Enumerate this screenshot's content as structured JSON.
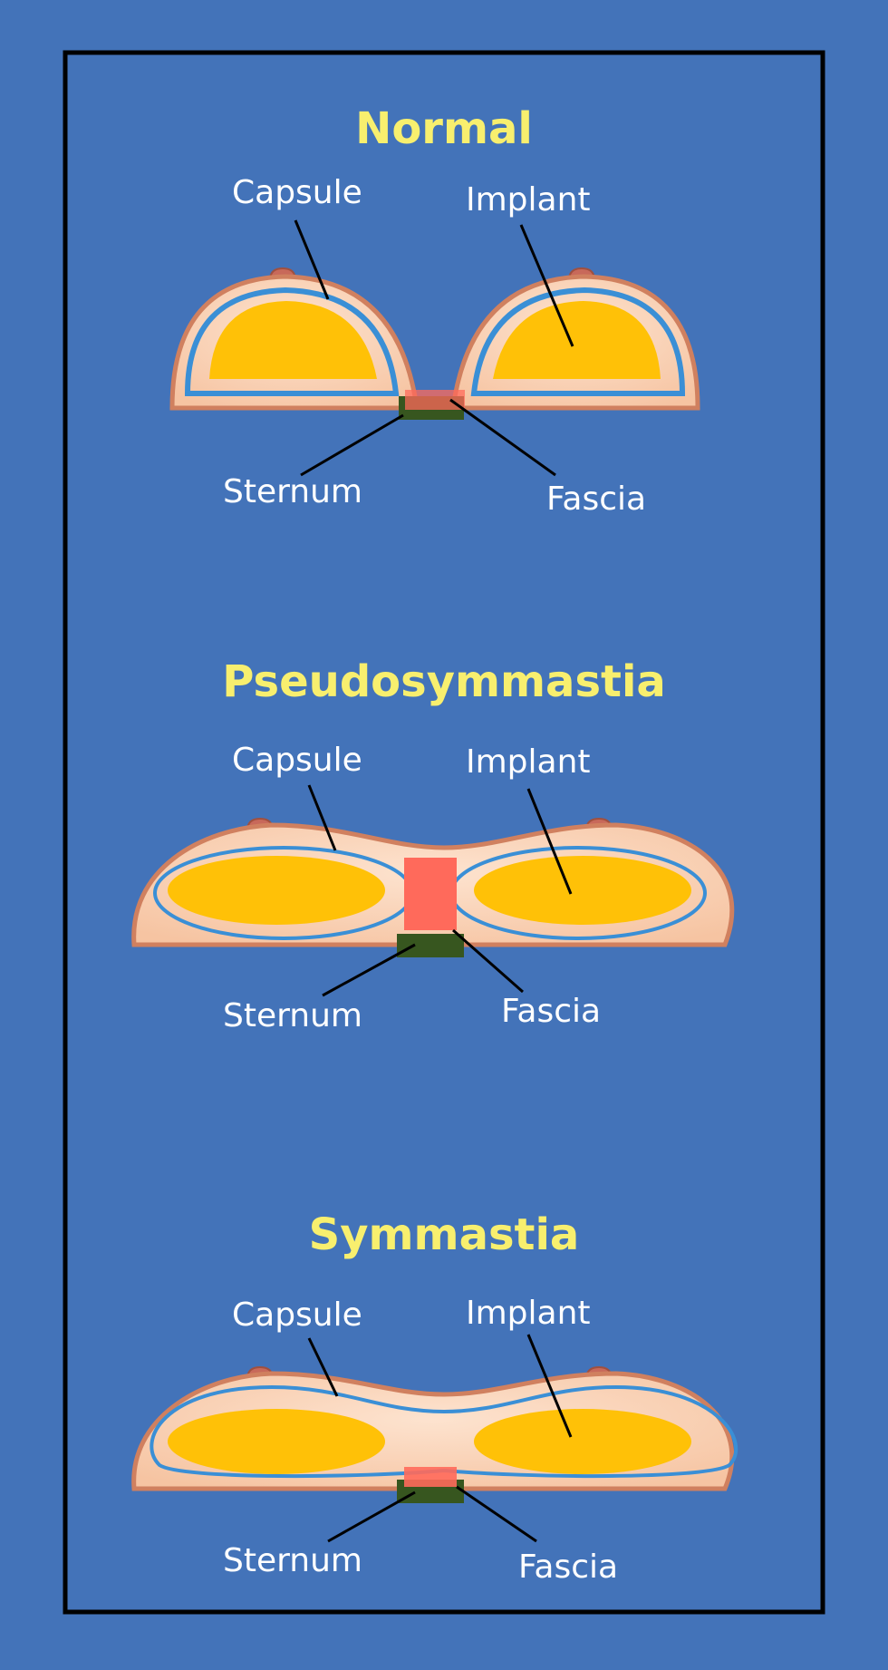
{
  "colors": {
    "background": "#4373b9",
    "frame": "#000000",
    "title": "#f8ef6e",
    "label": "#ffffff",
    "skin": "#f8ccaa",
    "skin_outline": "#d0805f",
    "nipple": "#c8695a",
    "capsule": "#3a8fd6",
    "implant": "#ffc107",
    "fascia": "#ff6a5b",
    "sternum": "#37561f"
  },
  "panels": [
    {
      "title": "Normal",
      "labels": {
        "capsule": "Capsule",
        "implant": "Implant",
        "sternum": "Sternum",
        "fascia": "Fascia"
      }
    },
    {
      "title": "Pseudosymmastia",
      "labels": {
        "capsule": "Capsule",
        "implant": "Implant",
        "sternum": "Sternum",
        "fascia": "Fascia"
      }
    },
    {
      "title": "Symmastia",
      "labels": {
        "capsule": "Capsule",
        "implant": "Implant",
        "sternum": "Sternum",
        "fascia": "Fascia"
      }
    }
  ]
}
